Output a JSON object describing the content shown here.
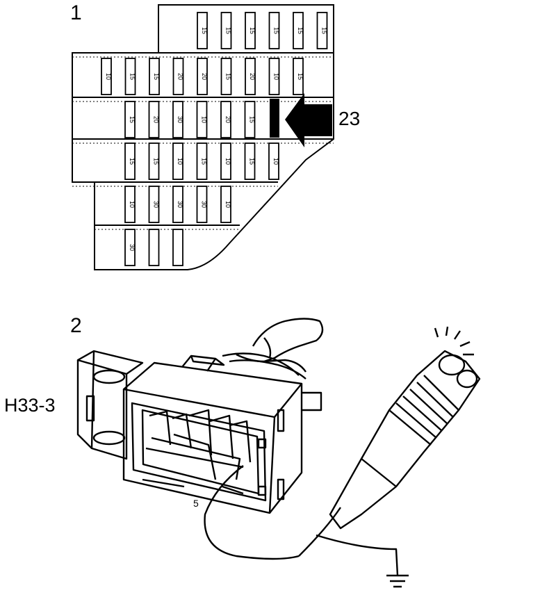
{
  "figure1": {
    "number": "1",
    "arrow_label": "23",
    "fuse_rows": [
      {
        "values": [
          "15",
          "15",
          "15",
          "15",
          "15",
          "15"
        ]
      },
      {
        "values": [
          "10",
          "15",
          "15",
          "20",
          "20",
          "15",
          "20",
          "10",
          "15"
        ]
      },
      {
        "values": [
          "15",
          "20",
          "30",
          "10",
          "20",
          "15"
        ]
      },
      {
        "values": [
          "15",
          "15",
          "10",
          "15",
          "10",
          "15",
          "10"
        ]
      },
      {
        "values": [
          "10",
          "30",
          "30",
          "30",
          "10"
        ]
      },
      {
        "values": [
          "30",
          "",
          ""
        ]
      }
    ]
  },
  "figure2": {
    "number": "2",
    "connector_label": "H33-3",
    "pin_label": "5"
  },
  "colors": {
    "ink": "#000000",
    "paper": "#ffffff"
  }
}
